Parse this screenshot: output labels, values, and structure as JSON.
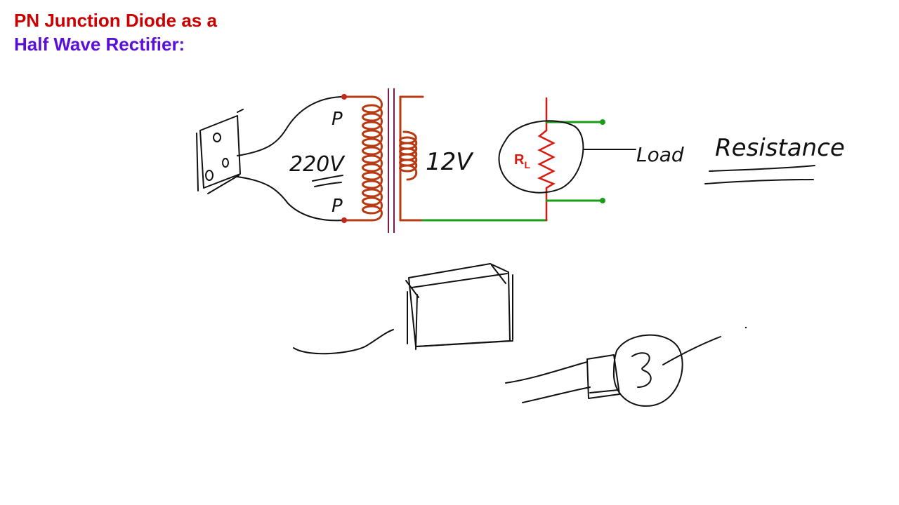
{
  "title": {
    "line1": "PN Junction Diode as a",
    "line2": "Half Wave Rectifier:"
  },
  "diagram": {
    "primary_voltage": "220V",
    "secondary_voltage": "12V",
    "phase_top": "P",
    "phase_bottom": "P",
    "resistor_label_main": "R",
    "resistor_label_sub": "L",
    "load_text": "Load",
    "resistance_text": "Resistance"
  },
  "colors": {
    "title_line1": "#cc0000",
    "title_line2": "#5a10d8",
    "transformer": "#b83a12",
    "output_wire": "#1a9e1a",
    "resistor": "#d81b10",
    "ink": "#111111"
  }
}
